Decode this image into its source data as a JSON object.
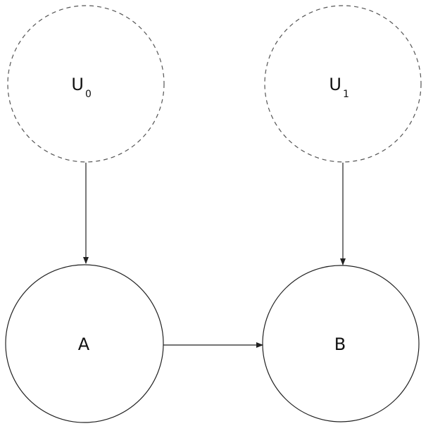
{
  "diagram": {
    "nodes": [
      {
        "id": "U0",
        "label": "U",
        "subscript": "0",
        "latent": true
      },
      {
        "id": "U1",
        "label": "U",
        "subscript": "1",
        "latent": true
      },
      {
        "id": "A",
        "label": "A",
        "subscript": "",
        "latent": false
      },
      {
        "id": "B",
        "label": "B",
        "subscript": "",
        "latent": false
      }
    ],
    "edges": [
      {
        "from": "U0",
        "to": "A"
      },
      {
        "from": "U1",
        "to": "B"
      },
      {
        "from": "A",
        "to": "B"
      }
    ],
    "colors": {
      "stroke": "#222222",
      "latent_stroke": "#555555",
      "background": "#ffffff"
    }
  }
}
